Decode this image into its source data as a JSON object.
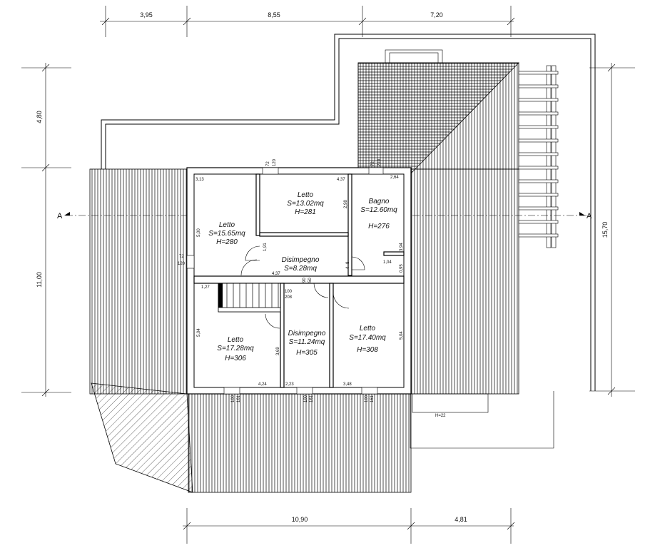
{
  "dimensions": {
    "top": [
      "3,95",
      "8,55",
      "7,20"
    ],
    "bottom": [
      "10,90",
      "4,81"
    ],
    "left": [
      "4,80",
      "11,00"
    ],
    "right": [
      "15,70"
    ]
  },
  "section_marks": {
    "left": "A",
    "right": "A"
  },
  "rooms": [
    {
      "name": "Letto",
      "area": "S=15.65mq",
      "height": "H=280"
    },
    {
      "name": "Letto",
      "area": "S=13.02mq",
      "height": "H=281"
    },
    {
      "name": "Bagno",
      "area": "S=12.60mq",
      "height": "H=276"
    },
    {
      "name": "Disimpegno",
      "area": "S=8.28mq"
    },
    {
      "name": "Letto",
      "area": "S=17.28mq",
      "height": "H=306"
    },
    {
      "name": "Disimpegno",
      "area": "S=11.24mq",
      "height": "H=305"
    },
    {
      "name": "Letto",
      "area": "S=17.40mq",
      "height": "H=308"
    }
  ],
  "inner_dims": {
    "d313": "3,13",
    "d437a": "4,37",
    "d264": "2,64",
    "d500": "5,00",
    "d298": "2,98",
    "d191": "1,91",
    "d437b": "4,37",
    "d394": "3,94",
    "d104": "1,04",
    "d095": "0,95",
    "d127": "1,27",
    "d504a": "5,04",
    "d369": "3,69",
    "d504b": "5,04",
    "d424": "4,24",
    "d223": "2,23",
    "d348": "3,48"
  },
  "openings": {
    "top1a": "72",
    "top1b": "120",
    "top2a": "72",
    "top2b": "210",
    "left_a": "72",
    "left_b": "120",
    "mid_a": "100",
    "mid_b": "208",
    "c1a": "90",
    "c1b": "50",
    "b1a": "100",
    "b1b": "161",
    "b2a": "100",
    "b2b": "161",
    "b3a": "100",
    "b3b": "161",
    "bath_a": "8",
    "bath_b": "4"
  },
  "balcony_label": "H=22"
}
